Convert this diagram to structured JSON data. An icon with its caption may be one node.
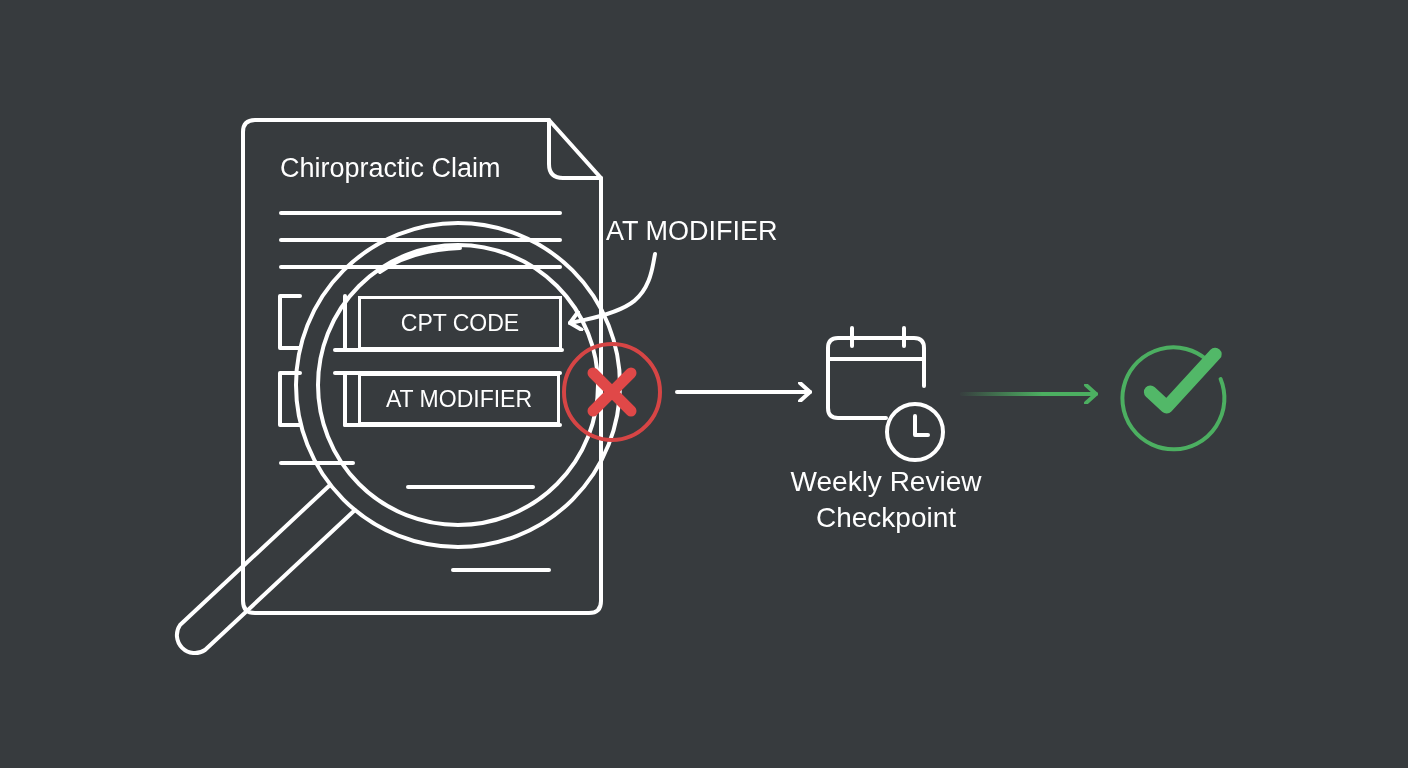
{
  "diagram": {
    "nodes": [
      {
        "text": [
          "Chiropractic Claim"
        ]
      },
      {
        "text": [
          "CPT CODE"
        ],
        "in": 0
      },
      {
        "text": [
          "AT MODIFIER"
        ],
        "in": 0
      },
      {
        "text": [
          "AT MODIFIER"
        ]
      },
      {
        "text": [],
        "shape": "circle"
      },
      {
        "text": [
          "Weekly Review Checkpoint"
        ]
      },
      {
        "text": [],
        "shape": "circle"
      }
    ],
    "edges": [
      {
        "from": 3,
        "to": 1,
        "arrow": "to"
      },
      {
        "from": 4,
        "to": 5,
        "arrow": "to"
      },
      {
        "from": 5,
        "to": 6,
        "arrow": "to",
        "color": "#4caf61"
      }
    ]
  }
}
